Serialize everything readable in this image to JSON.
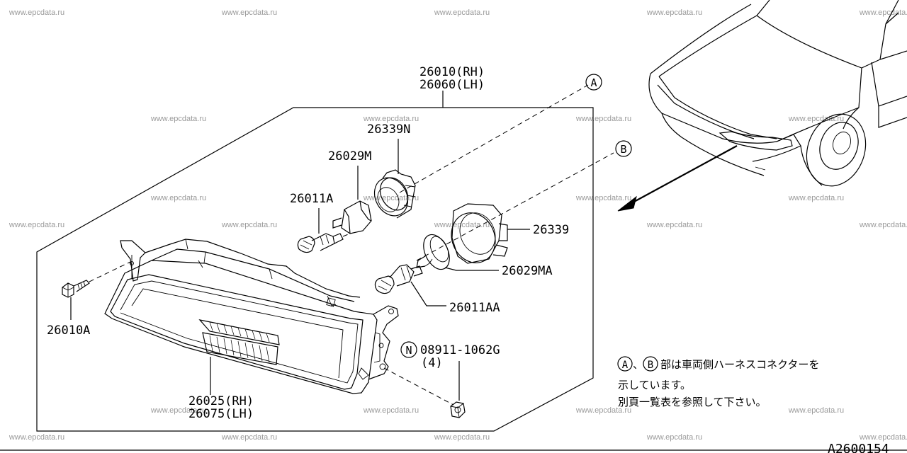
{
  "watermark": "www.epcdata.ru",
  "callouts": {
    "a": "A",
    "b": "B",
    "n": "N"
  },
  "parts": {
    "headlamp_assy_rh": "26010(RH)",
    "headlamp_assy_lh": "26060(LH)",
    "retainer_n": "26339N",
    "socket_m": "26029M",
    "bulb_a": "26011A",
    "retainer": "26339",
    "socket_ma": "26029MA",
    "bulb_aa": "26011AA",
    "bolt": "26010A",
    "nut_code": "08911-1062G",
    "nut_qty": "(4)",
    "lens_rh": "26025(RH)",
    "lens_lh": "26075(LH)"
  },
  "note": {
    "line1_suffix": "部は車両側ハーネスコネクターを",
    "line2": "示しています。",
    "line3": "別頁一覧表を参照して下さい。",
    "separator": "、"
  },
  "diagram_id": "A2600154"
}
